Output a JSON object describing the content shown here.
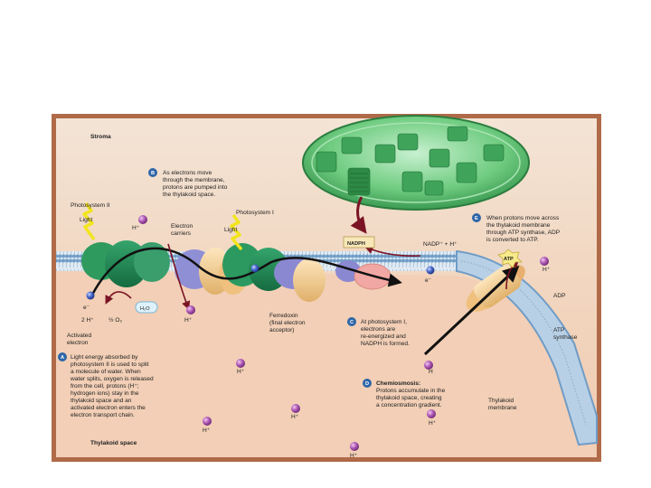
{
  "zones": {
    "stroma": "Stroma",
    "thylakoid_space": "Thylakoid space"
  },
  "complexes": {
    "photosystem2": "Photosystem II",
    "photosystem1": "Photosystem I",
    "electron_carriers": [
      "Electron",
      "carriers"
    ],
    "ferredoxin": [
      "Ferredoxin",
      "(final electron",
      "acceptor)"
    ],
    "atp_synthase": [
      "ATP",
      "synthase"
    ],
    "thylakoid_membrane": [
      "Thylakoid",
      "membrane"
    ]
  },
  "labels": {
    "light1": "Light",
    "light2": "Light",
    "h_plus": "H⁺",
    "e_minus": "e⁻",
    "water": "H₂O",
    "two_h": "2 H⁺",
    "half_o2": "½ O₂",
    "activated_electron": [
      "Activated",
      "electron"
    ],
    "nadph": "NADPH",
    "nadp_plus": "NADP⁺ + H⁺",
    "atp": "ATP",
    "adp": "ADP",
    "h_membrane": "H"
  },
  "steps": [
    {
      "letter": "A",
      "lines": [
        "Light energy absorbed by",
        "photosystem II is used to split",
        "a molecule of water. When",
        "water splits, oxygen is released",
        "from the cell, protons (H⁺;",
        "hydrogen ions) stay in the",
        "thylakoid space and an",
        "activated electron enters the",
        "electron transport chain."
      ]
    },
    {
      "letter": "B",
      "lines": [
        "As electrons move",
        "through the membrane,",
        "protons are pumped into",
        "the thylakoid space."
      ]
    },
    {
      "letter": "C",
      "lines": [
        "At photosystem I,",
        "electrons are",
        "re-energized and",
        "NADPH is formed."
      ]
    },
    {
      "letter": "D",
      "title": "Chemiosmosis:",
      "lines": [
        "Protons accumulate in the",
        "thylakoid space, creating",
        "a concentration gradient."
      ]
    },
    {
      "letter": "E",
      "lines": [
        "When protons move across",
        "the thylakoid membrane",
        "through ATP synthase, ADP",
        "is converted to ATP."
      ]
    }
  ],
  "colors": {
    "background": "#ffffff",
    "panel": "#f5dcc7",
    "frame": "#b06a48",
    "membrane": "#7fa7cc",
    "photosystem": "#1f8a57",
    "carrier": "#f2c98a",
    "step_badge": "#2e66a8",
    "proton": "#a14ca7",
    "electron": "#3b59c4",
    "chloroplast": "#5dbf6c"
  },
  "icons": [
    "lightning-bolt-icon",
    "proton-sphere-icon",
    "electron-sphere-icon",
    "arrow-icon"
  ]
}
